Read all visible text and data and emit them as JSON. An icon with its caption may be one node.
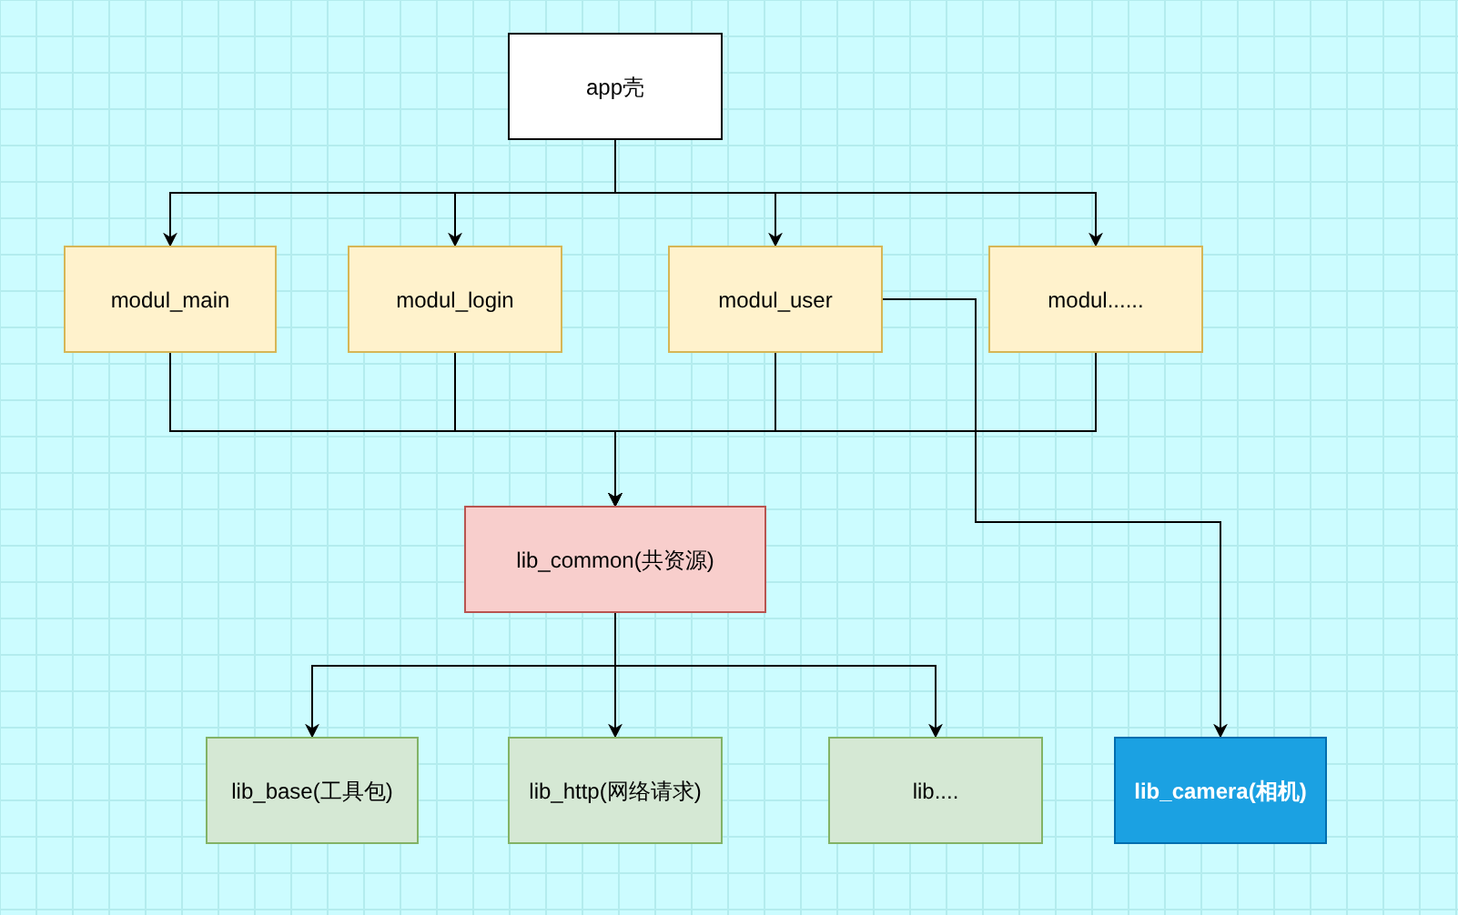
{
  "diagram": {
    "nodes": [
      {
        "text": [
          "app壳"
        ]
      },
      {
        "text": [
          "modul_main"
        ]
      },
      {
        "text": [
          "modul_login"
        ]
      },
      {
        "text": [
          "modul_user"
        ]
      },
      {
        "text": [
          "modul......"
        ]
      },
      {
        "text": [
          "lib_common(共资源)"
        ]
      },
      {
        "text": [
          "lib_base(工具包)"
        ]
      },
      {
        "text": [
          "lib_http(网络请求)"
        ]
      },
      {
        "text": [
          "lib...."
        ]
      },
      {
        "text": [
          "lib_camera(相机)"
        ]
      }
    ],
    "edges": [
      {
        "from": 0,
        "to": 1,
        "arrow": "to"
      },
      {
        "from": 0,
        "to": 2,
        "arrow": "to"
      },
      {
        "from": 0,
        "to": 3,
        "arrow": "to"
      },
      {
        "from": 0,
        "to": 4,
        "arrow": "to"
      },
      {
        "from": 1,
        "to": 5,
        "arrow": "to"
      },
      {
        "from": 2,
        "to": 5,
        "arrow": "to"
      },
      {
        "from": 3,
        "to": 5,
        "arrow": "to"
      },
      {
        "from": 4,
        "to": 5,
        "arrow": "to"
      },
      {
        "from": 5,
        "to": 6,
        "arrow": "to"
      },
      {
        "from": 5,
        "to": 7,
        "arrow": "to"
      },
      {
        "from": 5,
        "to": 8,
        "arrow": "to"
      },
      {
        "from": 3,
        "to": 9,
        "arrow": "to"
      }
    ]
  }
}
